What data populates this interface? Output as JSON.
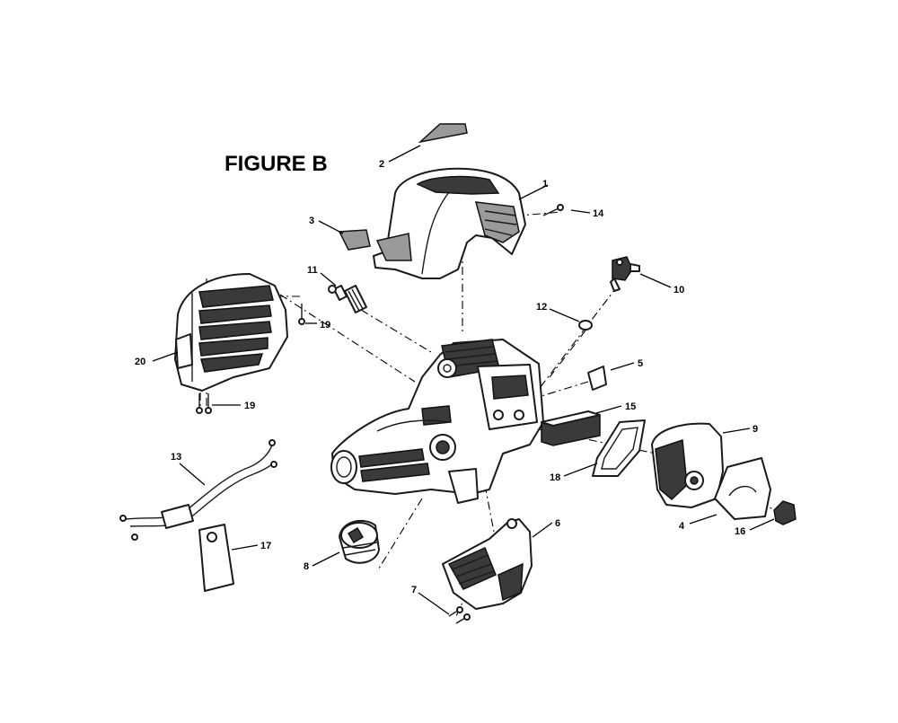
{
  "title": "FIGURE B",
  "callouts": [
    {
      "id": "c1",
      "label": "1"
    },
    {
      "id": "c2",
      "label": "2"
    },
    {
      "id": "c3",
      "label": "3"
    },
    {
      "id": "c4",
      "label": "4"
    },
    {
      "id": "c5",
      "label": "5"
    },
    {
      "id": "c6",
      "label": "6"
    },
    {
      "id": "c7",
      "label": "7"
    },
    {
      "id": "c8",
      "label": "8"
    },
    {
      "id": "c9",
      "label": "9"
    },
    {
      "id": "c10",
      "label": "10"
    },
    {
      "id": "c11",
      "label": "11"
    },
    {
      "id": "c12",
      "label": "12"
    },
    {
      "id": "c13",
      "label": "13"
    },
    {
      "id": "c14",
      "label": "14"
    },
    {
      "id": "c15",
      "label": "15"
    },
    {
      "id": "c16",
      "label": "16"
    },
    {
      "id": "c17",
      "label": "17"
    },
    {
      "id": "c18",
      "label": "18"
    },
    {
      "id": "c19a",
      "label": "19"
    },
    {
      "id": "c19b",
      "label": "19"
    },
    {
      "id": "c20",
      "label": "20"
    }
  ]
}
